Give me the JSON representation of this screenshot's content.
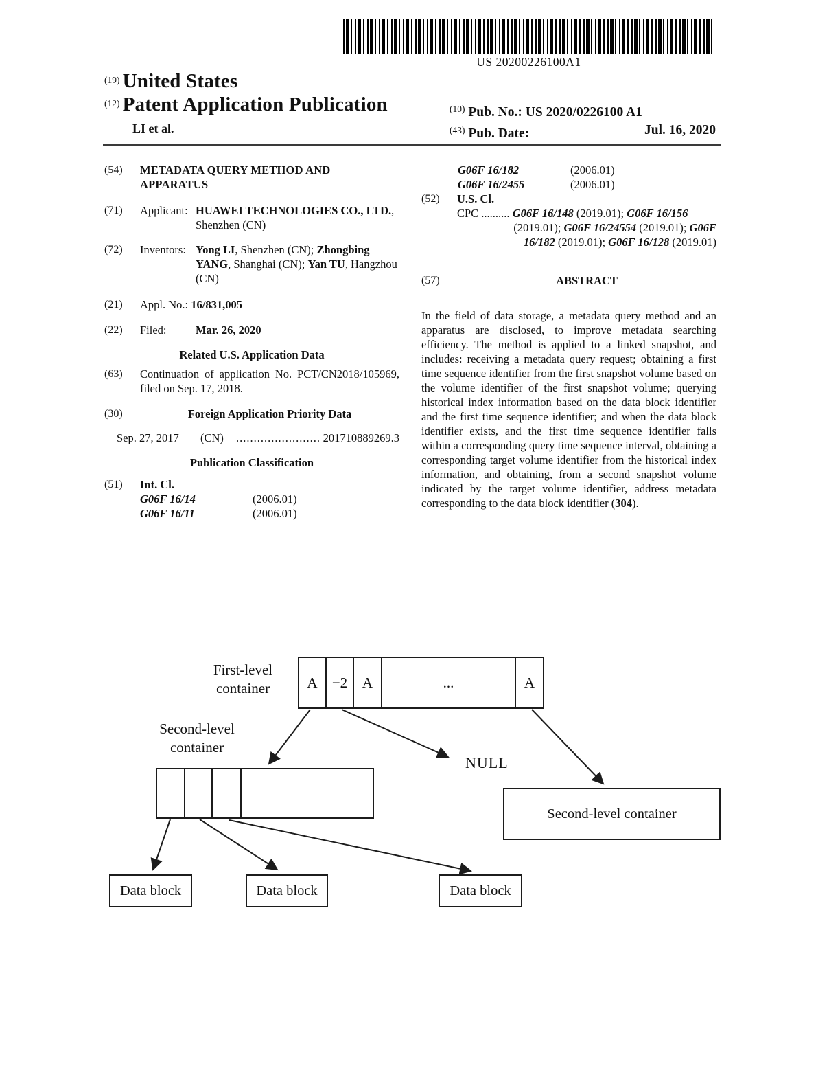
{
  "barcode": {
    "number": "US 20200226100A1"
  },
  "header": {
    "country_code": "(19)",
    "country": "United States",
    "kind_code": "(12)",
    "kind": "Patent Application Publication",
    "authors": "LI et al.",
    "pub_no_code": "(10)",
    "pub_no_label": "Pub. No.:",
    "pub_no": "US 2020/0226100 A1",
    "pub_date_code": "(43)",
    "pub_date_label": "Pub. Date:",
    "pub_date": "Jul. 16, 2020"
  },
  "left": {
    "title_code": "(54)",
    "title": "METADATA QUERY METHOD AND APPARATUS",
    "applicant_code": "(71)",
    "applicant_label": "Applicant:",
    "applicant_segments": [
      {
        "t": "HUAWEI TECHNOLOGIES CO., LTD.",
        "b": true
      },
      {
        "t": ", Shenzhen (CN)"
      }
    ],
    "inventors_code": "(72)",
    "inventors_label": "Inventors:",
    "inventors_segments": [
      {
        "t": "Yong LI",
        "b": true
      },
      {
        "t": ", Shenzhen (CN); "
      },
      {
        "t": "Zhongbing YANG",
        "b": true
      },
      {
        "t": ", Shanghai (CN); "
      },
      {
        "t": "Yan TU",
        "b": true
      },
      {
        "t": ", Hangzhou (CN)"
      }
    ],
    "appl_code": "(21)",
    "appl_segments": [
      {
        "t": "Appl. No.: "
      },
      {
        "t": "16/831,005",
        "b": true
      }
    ],
    "filed_code": "(22)",
    "filed_label": "Filed:",
    "filed_value": "Mar. 26, 2020",
    "related_heading": "Related U.S. Application Data",
    "continuation_code": "(63)",
    "continuation_text": "Continuation of application No. PCT/CN2018/​105969, filed on Sep. 17, 2018.",
    "foreign_code": "(30)",
    "foreign_heading": "Foreign Application Priority Data",
    "priority": {
      "date": "Sep. 27, 2017",
      "country": "(CN)",
      "dots": ".........................",
      "number": "201710889269.3"
    },
    "pub_class_heading": "Publication Classification",
    "intcl_code": "(51)",
    "intcl_label": "Int. Cl.",
    "intcl_rows": [
      {
        "cls": "G06F 16/14",
        "date": "(2006.01)"
      },
      {
        "cls": "G06F 16/11",
        "date": "(2006.01)"
      }
    ]
  },
  "right": {
    "intcl_rows": [
      {
        "cls": "G06F 16/182",
        "date": "(2006.01)"
      },
      {
        "cls": "G06F 16/2455",
        "date": "(2006.01)"
      }
    ],
    "uscl_code": "(52)",
    "uscl_label": "U.S. Cl.",
    "cpc_line1": [
      {
        "t": "CPC .......... "
      },
      {
        "t": "G06F 16/148",
        "b": true,
        "i": true
      },
      {
        "t": " (2019.01); "
      },
      {
        "t": "G06F 16/156",
        "b": true,
        "i": true
      }
    ],
    "cpc_line2": [
      {
        "t": "(2019.01); "
      },
      {
        "t": "G06F 16/24554",
        "b": true,
        "i": true
      },
      {
        "t": " (2019.01); "
      },
      {
        "t": "G06F",
        "b": true,
        "i": true
      }
    ],
    "cpc_line3": [
      {
        "t": "16/182",
        "b": true,
        "i": true
      },
      {
        "t": " (2019.01); "
      },
      {
        "t": "G06F 16/128",
        "b": true,
        "i": true
      },
      {
        "t": " (2019.01)"
      }
    ],
    "abstract_code": "(57)",
    "abstract_heading": "ABSTRACT",
    "abstract_segments": [
      {
        "t": "In the field of data storage, a metadata query method and an apparatus are disclosed, to improve metadata searching efficiency. The method is applied to a linked snapshot, and includes: receiving a metadata query request; obtaining a first time sequence identifier from the first snapshot volume based on the volume identifier of the first snapshot volume; querying historical index information based on the data block identifier and the first time sequence identifier; and when the data block identifier exists, and the first time sequence identifier falls within a corresponding query time sequence interval, obtaining a corresponding target volume identifier from the historical index information, and obtaining, from a second snapshot volume indicated by the target volume identifier, address metadata corresponding to the data block identifier ("
      },
      {
        "t": "304",
        "b": true
      },
      {
        "t": ")."
      }
    ]
  },
  "diagram": {
    "first_level_label": [
      "First-level",
      "container"
    ],
    "first_level_cells": [
      "A",
      "−2",
      "A",
      "...",
      "A"
    ],
    "second_level_label": [
      "Second-level",
      "container"
    ],
    "null_label": "NULL",
    "second_level_right_label": "Second-level container",
    "data_blocks": [
      "Data block",
      "Data block",
      "Data block"
    ]
  }
}
